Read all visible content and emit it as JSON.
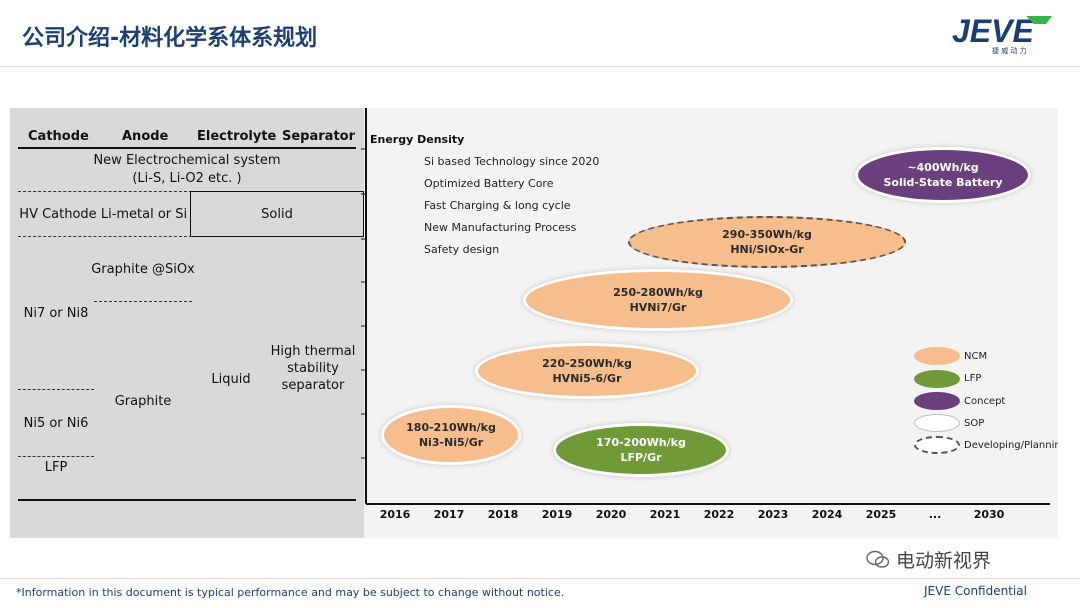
{
  "header": {
    "title": "公司介绍-材料化学系体系规划",
    "logo_text": "JEVE",
    "logo_subtext": "捷 威 动 力"
  },
  "table": {
    "headers": [
      "Cathode",
      "Anode",
      "Electrolyte",
      "Separator"
    ],
    "new_system": "New Electrochemical system",
    "new_system_note": "(Li-S, Li-O2 etc. )",
    "hv_cathode": "HV Cathode",
    "li_metal": "Li-metal or Si",
    "solid": "Solid",
    "graphite_siox": "Graphite @SiOx",
    "ni7_ni8": "Ni7 or Ni8",
    "liquid": "Liquid",
    "separator_text": "High thermal stability separator",
    "graphite": "Graphite",
    "ni5_ni6": "Ni5 or Ni6",
    "lfp": "LFP"
  },
  "chart": {
    "ylabel": "Energy Density",
    "techs": [
      "Si based Technology since 2020",
      "Optimized Battery Core",
      "Fast Charging & long cycle",
      "New Manufacturing Process",
      "Safety design"
    ],
    "years": [
      "2016",
      "2017",
      "2018",
      "2019",
      "2020",
      "2021",
      "2022",
      "2023",
      "2024",
      "2025",
      "...",
      "2030"
    ],
    "bubbles": {
      "b1": {
        "line1": "180-210Wh/kg",
        "line2": "Ni3-Ni5/Gr"
      },
      "b2": {
        "line1": "220-250Wh/kg",
        "line2": "HVNi5-6/Gr"
      },
      "b3": {
        "line1": "250-280Wh/kg",
        "line2": "HVNi7/Gr"
      },
      "b4": {
        "line1": "290-350Wh/kg",
        "line2": "HNi/SiOx-Gr"
      },
      "b5": {
        "line1": "170-200Wh/kg",
        "line2": "LFP/Gr"
      },
      "b6": {
        "line1": "~400Wh/kg",
        "line2": "Solid-State Battery"
      }
    },
    "legend": [
      "NCM",
      "LFP",
      "Concept",
      "SOP",
      "Developing/Planning"
    ],
    "colors": {
      "ncm": "#f6bd8d",
      "lfp": "#6f9a37",
      "concept": "#6a3f7e"
    }
  },
  "footer": {
    "note": "*Information in this document is typical performance and may be subject to change without notice.",
    "confidential": "JEVE Confidential",
    "watermark": "电动新视界"
  }
}
